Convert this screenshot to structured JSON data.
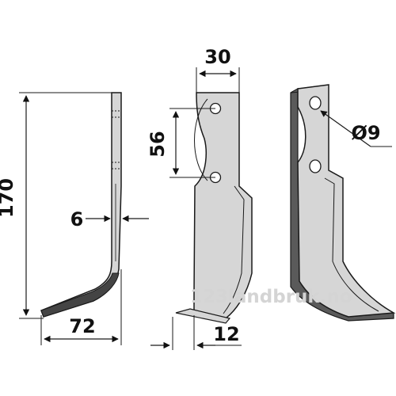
{
  "dimensions": {
    "height": "170",
    "thickness": "6",
    "foot_width": "72",
    "blade_width": "30",
    "hole_spacing": "56",
    "tip_width": "12",
    "hole_diameter": "Ø9"
  },
  "watermark": "123landbruk.no",
  "colors": {
    "blade_fill": "#d6d6d6",
    "blade_dark": "#5a5a5a",
    "outline": "#1a1a1a",
    "dimension_text": "#111111",
    "watermark": "#d4d4d4"
  }
}
